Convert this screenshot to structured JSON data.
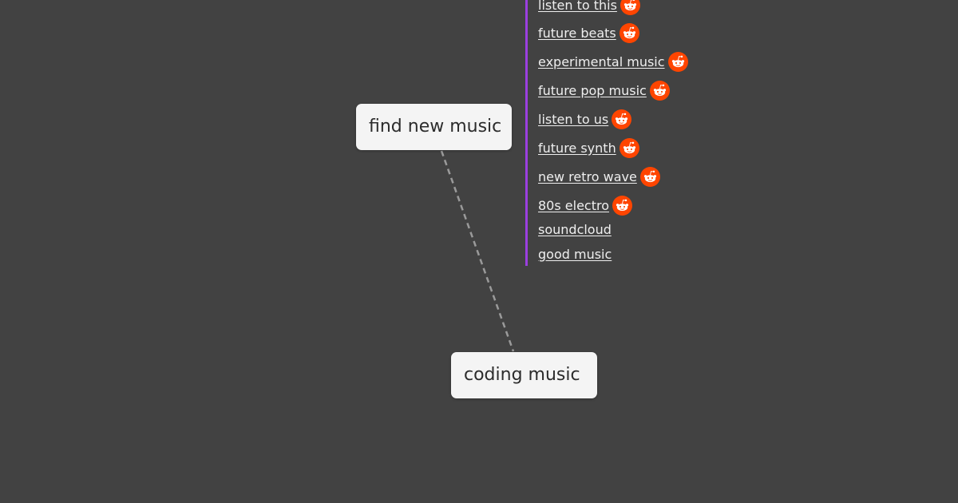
{
  "nodes": {
    "find_new_music": "find new music",
    "coding_music": "coding music"
  },
  "links": [
    {
      "label": "listen to this",
      "icon": "reddit-icon"
    },
    {
      "label": "future beats",
      "icon": "reddit-icon"
    },
    {
      "label": "experimental music",
      "icon": "reddit-icon"
    },
    {
      "label": "future pop music",
      "icon": "reddit-icon"
    },
    {
      "label": "listen to us",
      "icon": "reddit-icon"
    },
    {
      "label": "future synth",
      "icon": "reddit-icon"
    },
    {
      "label": "new retro wave",
      "icon": "reddit-icon"
    },
    {
      "label": "80s electro",
      "icon": "reddit-icon"
    },
    {
      "label": "soundcloud"
    },
    {
      "label": "good music"
    }
  ],
  "colors": {
    "background": "#424242",
    "node_fill": "#f4f4f4",
    "accent_bar": "#9b3fe0",
    "connector": "#9a9a9a",
    "reddit": "#ff4500"
  }
}
